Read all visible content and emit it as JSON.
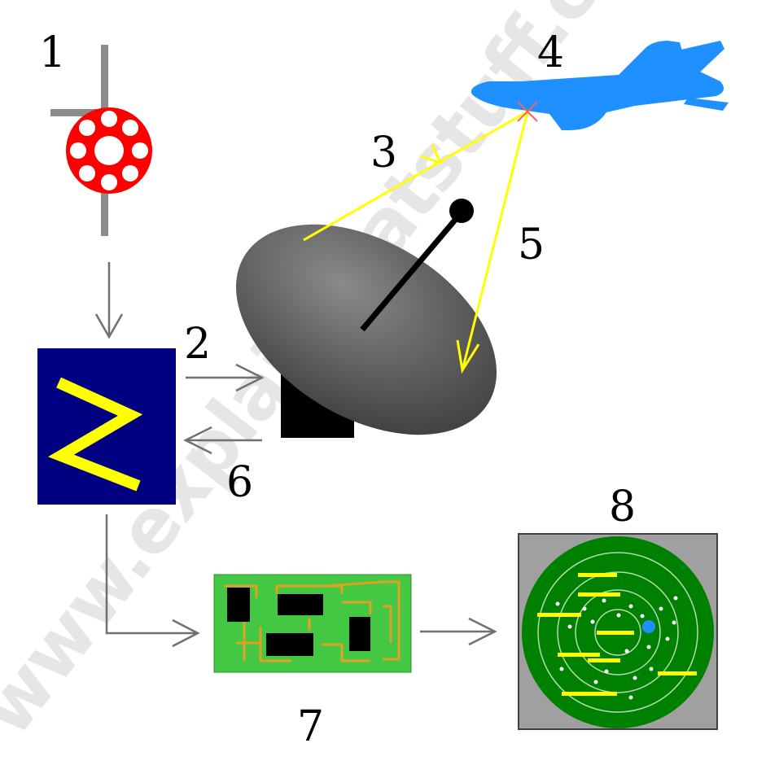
{
  "watermark": "www.explainthatstuff.com",
  "labels": {
    "n1": "1",
    "n2": "2",
    "n3": "3",
    "n4": "4",
    "n5": "5",
    "n6": "6",
    "n7": "7",
    "n8": "8"
  },
  "colors": {
    "magnetron_ring": "#ff0000",
    "modulator_bg": "#000080",
    "modulator_zigzag": "#ffff00",
    "dish": "#606060",
    "airplane": "#1e90ff",
    "beam": "#ffff00",
    "circuit_board": "#44c844",
    "circuit_trace": "#e0a020",
    "radar_screen": "#008000",
    "radar_frame": "#a0a0a0",
    "radar_target": "#1e8fff"
  },
  "icons": {
    "component_1": "magnetron-icon",
    "component_duplexer": "zigzag-switch-icon",
    "antenna": "dish-antenna-icon",
    "target": "airplane-icon",
    "component_7": "circuit-board-icon",
    "component_8": "radar-screen-icon"
  }
}
